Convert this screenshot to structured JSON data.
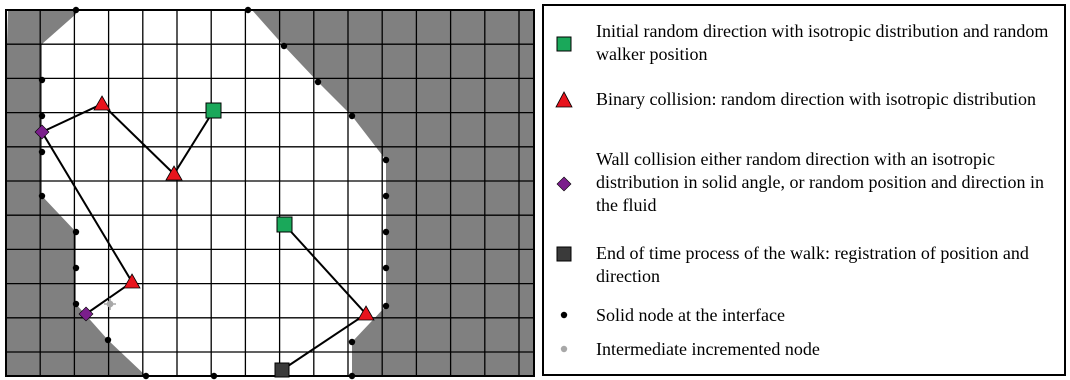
{
  "colors": {
    "solid_fill": "#808080",
    "fluid_fill": "#ffffff",
    "grid_line": "#000000",
    "initial_marker": "#1aa85a",
    "binary_marker": "#e8141d",
    "wall_marker": "#7b1f8c",
    "end_marker": "#3a3a3a",
    "solid_node": "#000000",
    "intermediate_node": "#a8a8a8"
  },
  "legend": [
    {
      "symbol": "green-square-icon",
      "text": "Initial random direction with isotropic distribution and random walker position"
    },
    {
      "symbol": "red-triangle-icon",
      "text": "Binary collision: random direction with isotropic distribution"
    },
    {
      "symbol": "purple-diamond-icon",
      "text": "Wall collision either random direction with an isotropic distribution in solid angle, or random position and direction in the fluid"
    },
    {
      "symbol": "dark-square-icon",
      "text": "End of time process of the walk: registration of position and direction"
    },
    {
      "symbol": "black-dot-icon",
      "text": "Solid node at the interface"
    },
    {
      "symbol": "gray-dot-icon",
      "text": "Intermediate incremented node"
    }
  ]
}
